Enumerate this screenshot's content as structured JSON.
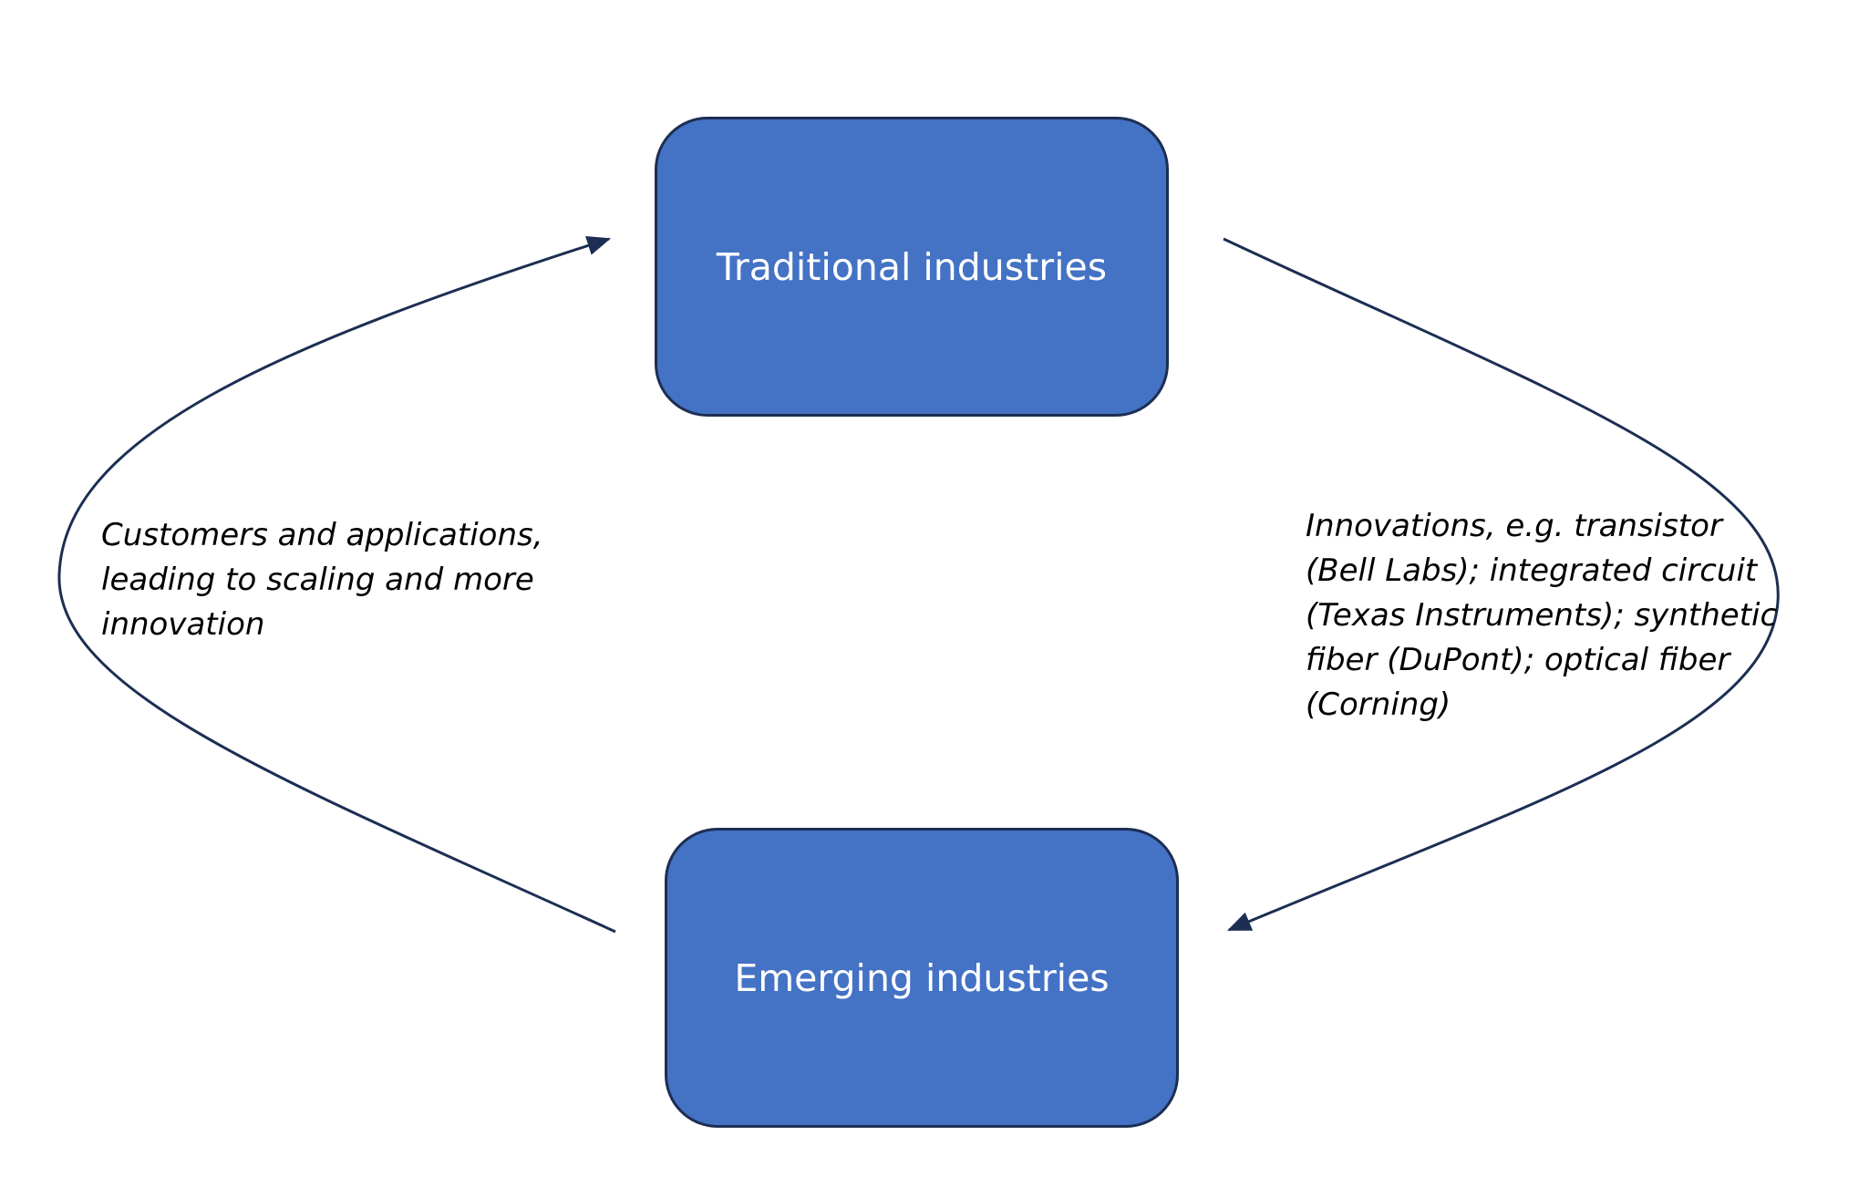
{
  "nodes": {
    "traditional": {
      "label": "Traditional industries"
    },
    "emerging": {
      "label": "Emerging industries"
    }
  },
  "edges": {
    "emerging_to_traditional": {
      "label_lines": [
        "Customers and applications,",
        "leading to scaling and more",
        "innovation"
      ]
    },
    "traditional_to_emerging": {
      "label_lines": [
        "Innovations,  e.g. transistor",
        "(Bell Labs); integrated circuit",
        "(Texas Instruments); synthetic",
        "fiber (DuPont); optical fiber",
        "(Corning)"
      ]
    }
  },
  "colors": {
    "node_fill": "#4472c4",
    "node_border": "#1c2e52",
    "arrow": "#1c2e52",
    "node_text": "#ffffff",
    "label_text": "#000000"
  }
}
